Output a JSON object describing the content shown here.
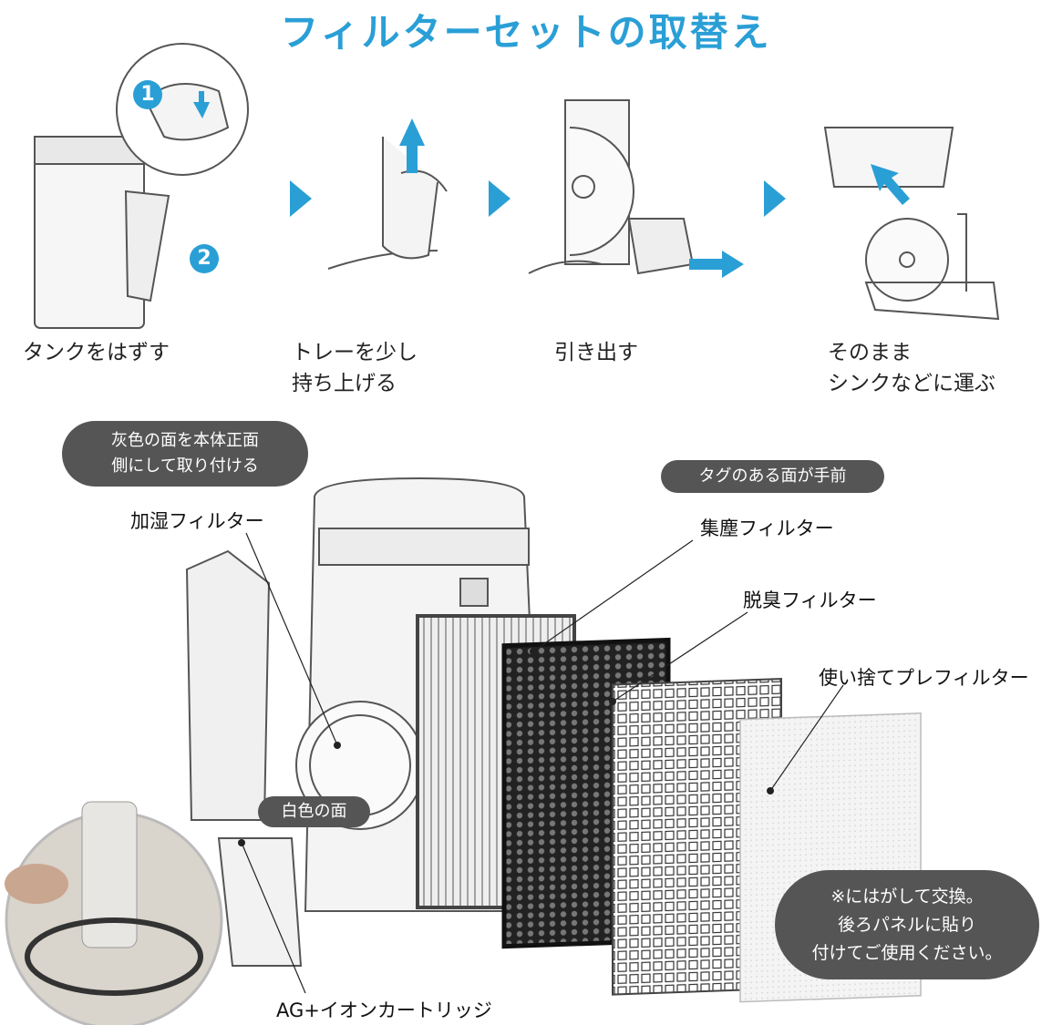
{
  "title": "フィルターセットの取替え",
  "steps": [
    {
      "line1": "タンクをはずす",
      "line2": ""
    },
    {
      "line1": "トレーを少し",
      "line2": "持ち上げる"
    },
    {
      "line1": "引き出す",
      "line2": ""
    },
    {
      "line1": "そのまま",
      "line2": "シンクなどに運ぶ"
    }
  ],
  "step_markers": [
    "1",
    "2"
  ],
  "notes": {
    "gray_side": {
      "line1": "灰色の面を本体正面",
      "line2": "側にして取り付ける"
    },
    "tag_side": "タグのある面が手前",
    "white_side": "白色の面",
    "prefilter_note": {
      "line1": "※にはがして交換。",
      "line2": "後ろパネルに貼り",
      "line3": "付けてご使用ください。"
    }
  },
  "labels": {
    "humidify": "加湿フィルター",
    "dust": "集塵フィルター",
    "deodorize": "脱臭フィルター",
    "prefilter": "使い捨てプレフィルター",
    "cartridge": "AG+イオンカートリッジ"
  },
  "colors": {
    "accent": "#2a9fd6",
    "pill": "#555555"
  }
}
